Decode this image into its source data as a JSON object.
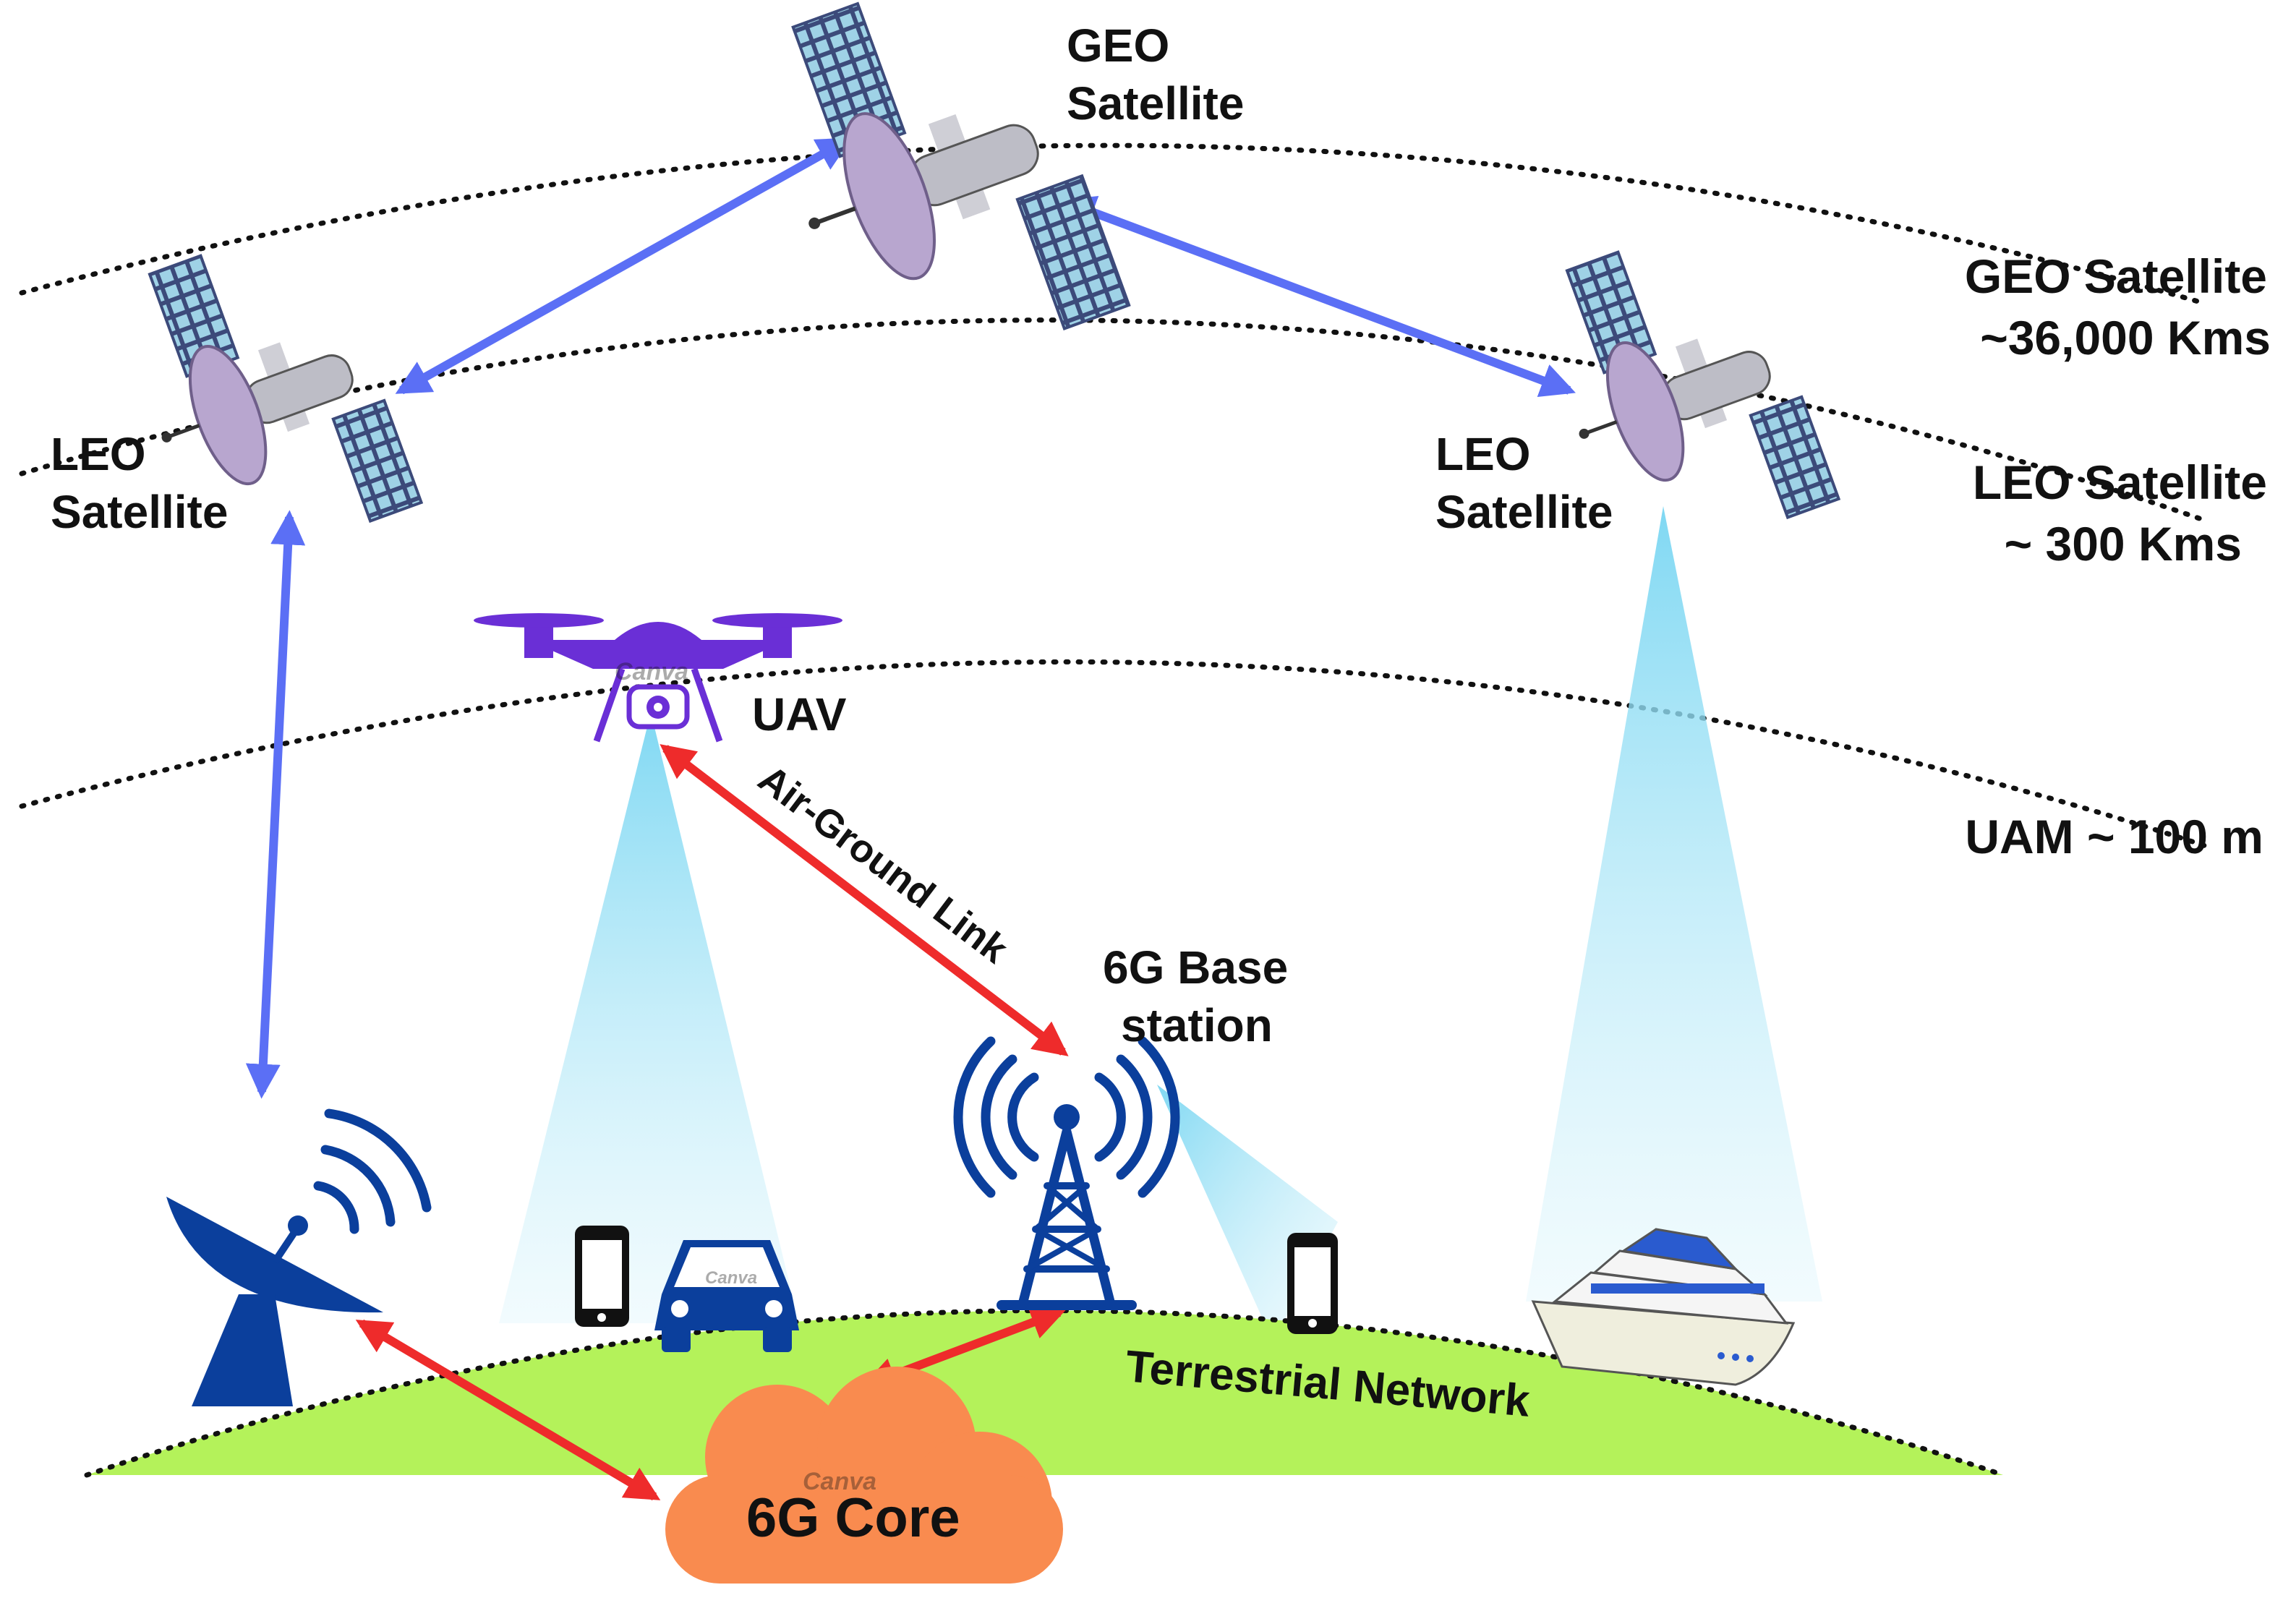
{
  "labels": {
    "geo_satellite_line1": "GEO",
    "geo_satellite_line2": "Satellite",
    "leo_left_line1": "LEO",
    "leo_left_line2": "Satellite",
    "leo_right_line1": "LEO",
    "leo_right_line2": "Satellite",
    "uav": "UAV",
    "air_ground_link": "Air-Ground Link",
    "base_station_line1": "6G  Base",
    "base_station_line2": "station",
    "terrestrial_network": "Terrestrial Network",
    "core": "6G Core",
    "watermark": "Canva"
  },
  "legend": {
    "geo_line1": "GEO Satellite",
    "geo_line2": "~36,000 Kms",
    "leo_line1": "LEO Satellite",
    "leo_line2": "~ 300 Kms",
    "uam": "UAM ~ 100 m"
  },
  "colors": {
    "satellite_link": "#5b6ff5",
    "ground_link": "#ee2b2b",
    "ground": "#b4f25a",
    "core_cloud": "#f98b4f",
    "tower_blue": "#0b3f9c",
    "uav_purple": "#6a2fd6",
    "beam": "#8fdcf2",
    "panel": "#3c4a7a"
  }
}
